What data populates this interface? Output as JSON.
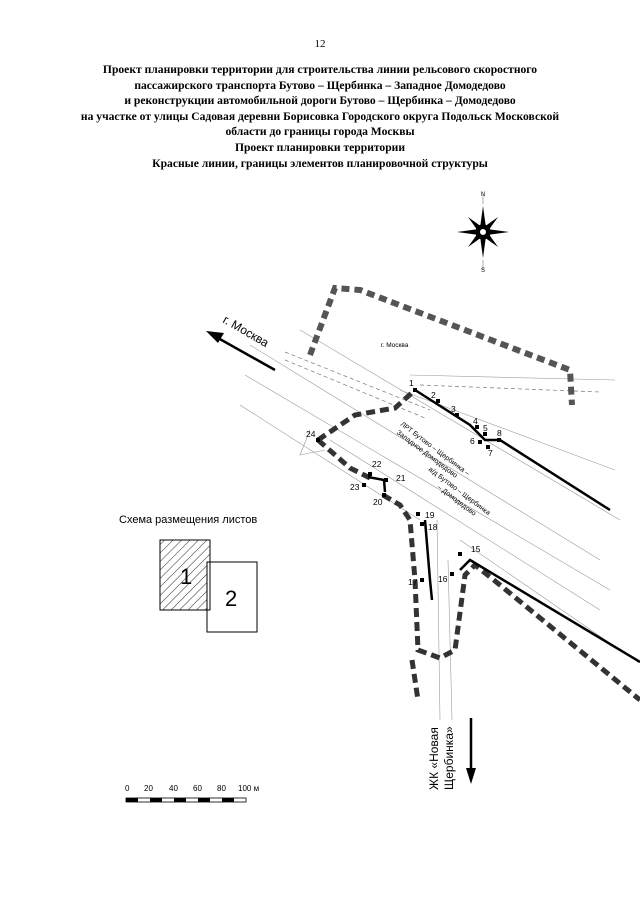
{
  "page": {
    "number": "12"
  },
  "title": {
    "lines": [
      "Проект планировки территории для строительства линии рельсового скоростного",
      "пассажирского транспорта Бутово – Щербинка – Западное Домодедово",
      "и реконструкции автомобильной дороги Бутово – Щербинка – Домодедово",
      "на участке от улицы Садовая деревни Борисовка Городского округа Подольск Московской",
      "области до границы города Москвы",
      "Проект планировки территории",
      "Красные линии, границы элементов планировочной структуры"
    ]
  },
  "map": {
    "direction_moscow": "г. Москва",
    "area_moscow": "г. Москва",
    "direction_zhk": [
      "ЖК «Новая",
      "Щербинка»"
    ],
    "road_labels": {
      "rail_line_1": "ЛРТ Бутово – Щербинка –",
      "rail_line_2": "Западное Домодедово",
      "road_line_1": "а/д Бутово – Щербинка",
      "road_line_2": "– Домодедово"
    },
    "compass": {
      "north": "N",
      "south": "S"
    },
    "point_labels": [
      "1",
      "2",
      "3",
      "4",
      "5",
      "6",
      "7",
      "8",
      "15",
      "16",
      "17",
      "18",
      "19",
      "20",
      "21",
      "22",
      "23",
      "24"
    ]
  },
  "sheet_scheme": {
    "title": "Схема размещения листов",
    "sheets": [
      "1",
      "2"
    ]
  },
  "scale_bar": {
    "ticks": [
      "0",
      "20",
      "40",
      "60",
      "80",
      "100 м"
    ]
  },
  "colors": {
    "ink": "#000000",
    "thin_line": "#9a9a9a",
    "dashed_red_line": "#222222"
  }
}
